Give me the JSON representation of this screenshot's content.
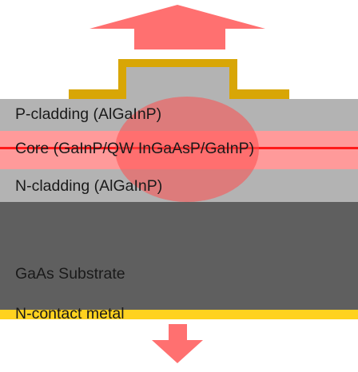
{
  "layers": {
    "p_cladding": "P-cladding (AlGaInP)",
    "core": "Core (GaInP/QW InGaAsP/GaInP)",
    "n_cladding": "N-cladding (AlGaInP)",
    "substrate": "GaAs Substrate",
    "n_contact": "N-contact metal"
  },
  "colors": {
    "cladding": "#b3b3b3",
    "core": "#ff9a9a",
    "active_line": "#ff1a1a",
    "mode_spot": "#ff4d4d",
    "substrate": "#5f5f5f",
    "metal": "#d8a606",
    "n_contact_metal": "#ffd21f",
    "arrow": "#ff7070"
  },
  "icons": {
    "top_arrow": "up-arrow-icon",
    "bottom_arrow": "down-arrow-icon"
  }
}
